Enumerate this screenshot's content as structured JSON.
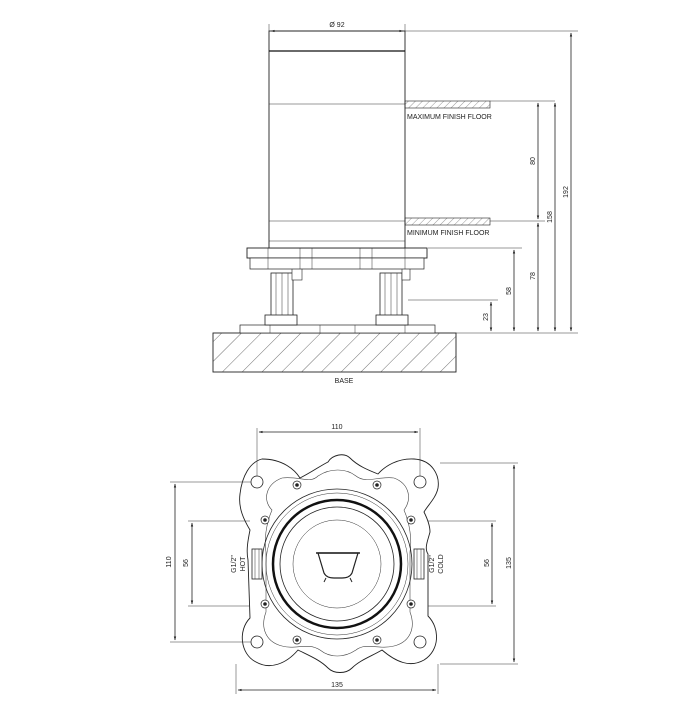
{
  "side_view": {
    "labels": {
      "max_floor": "MAXIMUM FINISH FLOOR",
      "min_floor": "MINIMUM FINISH FLOOR",
      "base": "BASE"
    },
    "dimensions": {
      "diameter": "Ø 92",
      "h80": "80",
      "h158": "158",
      "h192": "192",
      "h78": "78",
      "h58": "58",
      "h23": "23"
    }
  },
  "plan_view": {
    "labels": {
      "hot_size": "G1/2\"",
      "hot": "HOT",
      "cold_size": "G1/2\"",
      "cold": "COLD"
    },
    "dimensions": {
      "top_110": "110",
      "bottom_135": "135",
      "left_110": "110",
      "left_56": "56",
      "right_56": "56",
      "right_135": "135"
    }
  }
}
